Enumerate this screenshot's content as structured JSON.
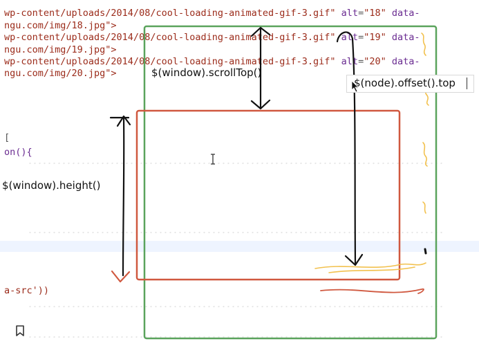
{
  "code": {
    "lines": [
      {
        "parts": [
          {
            "cls": "tok-str",
            "text": "wp-content/uploads/2014/08/cool-loading-animated-gif-3.gif\""
          },
          {
            "cls": "tok-attr",
            "text": " alt"
          },
          {
            "cls": "tok-eq",
            "text": "="
          },
          {
            "cls": "tok-str",
            "text": "\"18\""
          },
          {
            "cls": "tok-attr",
            "text": " data-"
          }
        ]
      },
      {
        "parts": [
          {
            "cls": "tok-str",
            "text": "ngu.com/img/18.jpg\">"
          }
        ]
      },
      {
        "parts": [
          {
            "cls": "tok-str",
            "text": "wp-content/uploads/2014/08/cool-loading-animated-gif-3.gif\""
          },
          {
            "cls": "tok-attr",
            "text": " alt"
          },
          {
            "cls": "tok-eq",
            "text": "="
          },
          {
            "cls": "tok-str",
            "text": "\"19\""
          },
          {
            "cls": "tok-attr",
            "text": " data-"
          }
        ]
      },
      {
        "parts": [
          {
            "cls": "tok-str",
            "text": "ngu.com/img/19.jpg\">"
          }
        ]
      },
      {
        "parts": [
          {
            "cls": "tok-str",
            "text": "wp-content/uploads/2014/08/cool-loading-animated-gif-3.gif\""
          },
          {
            "cls": "tok-attr",
            "text": " alt"
          },
          {
            "cls": "tok-eq",
            "text": "="
          },
          {
            "cls": "tok-str",
            "text": "\"20\""
          },
          {
            "cls": "tok-attr",
            "text": " data-"
          }
        ]
      },
      {
        "parts": [
          {
            "cls": "tok-str",
            "text": "ngu.com/img/20.jpg\">"
          }
        ]
      }
    ],
    "fragment_bracket": "[",
    "fragment_function": "on(){",
    "fragment_src": "a-src'))"
  },
  "annotations": {
    "scroll_top": "$(window).scrollTop()",
    "window_height": "$(window).height()",
    "offset_top": "$(node).offset().top"
  },
  "colors": {
    "viewport_box": "#d0583f",
    "document_box": "#5aa35c",
    "ink": "#111111",
    "yellow_scribble": "#f2c14e",
    "red_scribble": "#d0583f"
  },
  "icons": {
    "bookmark": "bookmark-icon",
    "text_cursor": "i-beam-cursor-icon",
    "mouse_pointer": "arrow-pointer-icon"
  }
}
